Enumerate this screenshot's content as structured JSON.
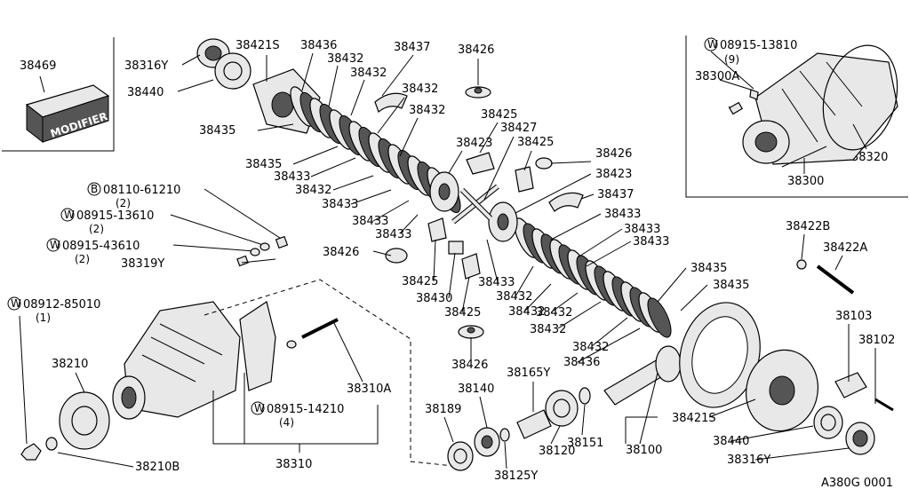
{
  "diagram": {
    "code": "A380G 0001",
    "insets": {
      "left_part": "38469",
      "modifier_text": "MODIFIER",
      "right": {
        "bolt_prefix": "W",
        "bolt": "08915-13810",
        "bolt_qty": "(9)",
        "parts": [
          "38300A",
          "38300",
          "38320"
        ]
      }
    },
    "fasteners": [
      {
        "prefix": "B",
        "number": "08110-61210",
        "qty": "(2)"
      },
      {
        "prefix": "W",
        "number": "08915-13610",
        "qty": "(2)"
      },
      {
        "prefix": "W",
        "number": "08915-43610",
        "qty": "(2)"
      },
      {
        "prefix": "W",
        "number": "08912-85010",
        "qty": "(1)"
      },
      {
        "prefix": "W",
        "number": "08915-14210",
        "qty": "(4)"
      }
    ],
    "labels": [
      "38316Y",
      "38440",
      "38421S",
      "38436",
      "38432",
      "38432",
      "38437",
      "38426",
      "38432",
      "38435",
      "38432",
      "38425",
      "38427",
      "38423",
      "38425",
      "38426",
      "38435",
      "38433",
      "38432",
      "38433",
      "38423",
      "38437",
      "38433",
      "38433",
      "38319Y",
      "38426",
      "38425",
      "38430",
      "38433",
      "38432",
      "38433",
      "38433",
      "38433",
      "38432",
      "38425",
      "38432",
      "38432",
      "38432",
      "38435",
      "38435",
      "38436",
      "38426",
      "38422B",
      "38422A",
      "38103",
      "38102",
      "38210",
      "38310A",
      "38140",
      "38165Y",
      "38189",
      "38151",
      "38120",
      "38100",
      "38421S",
      "38440",
      "38316Y",
      "38210B",
      "38310",
      "38125Y"
    ]
  }
}
